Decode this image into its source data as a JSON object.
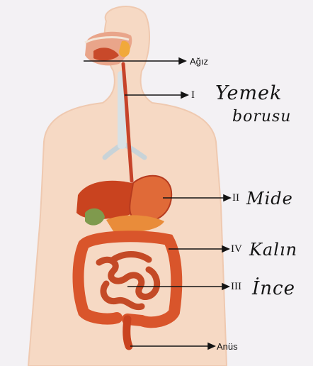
{
  "labels": {
    "mouth": {
      "printed": "Ağız"
    },
    "esophagus": {
      "numeral": "I",
      "handwritten_line1": "Yemek",
      "handwritten_line2": "borusu"
    },
    "stomach": {
      "numeral": "II",
      "handwritten": "Mide"
    },
    "large_intestine": {
      "numeral": "IV",
      "handwritten": "Kalın"
    },
    "small_intestine": {
      "numeral": "III",
      "handwritten": "İnce"
    },
    "anus": {
      "printed": "Anüs"
    }
  },
  "colors": {
    "body_skin": "#f6d9c4",
    "organ_red": "#d9552b",
    "organ_dark": "#b63b1f",
    "liver": "#c9431f",
    "pancreas": "#e98c3a",
    "gallbladder": "#7f9a4d",
    "trachea": "#c8d3d8",
    "ink": "#141414"
  }
}
